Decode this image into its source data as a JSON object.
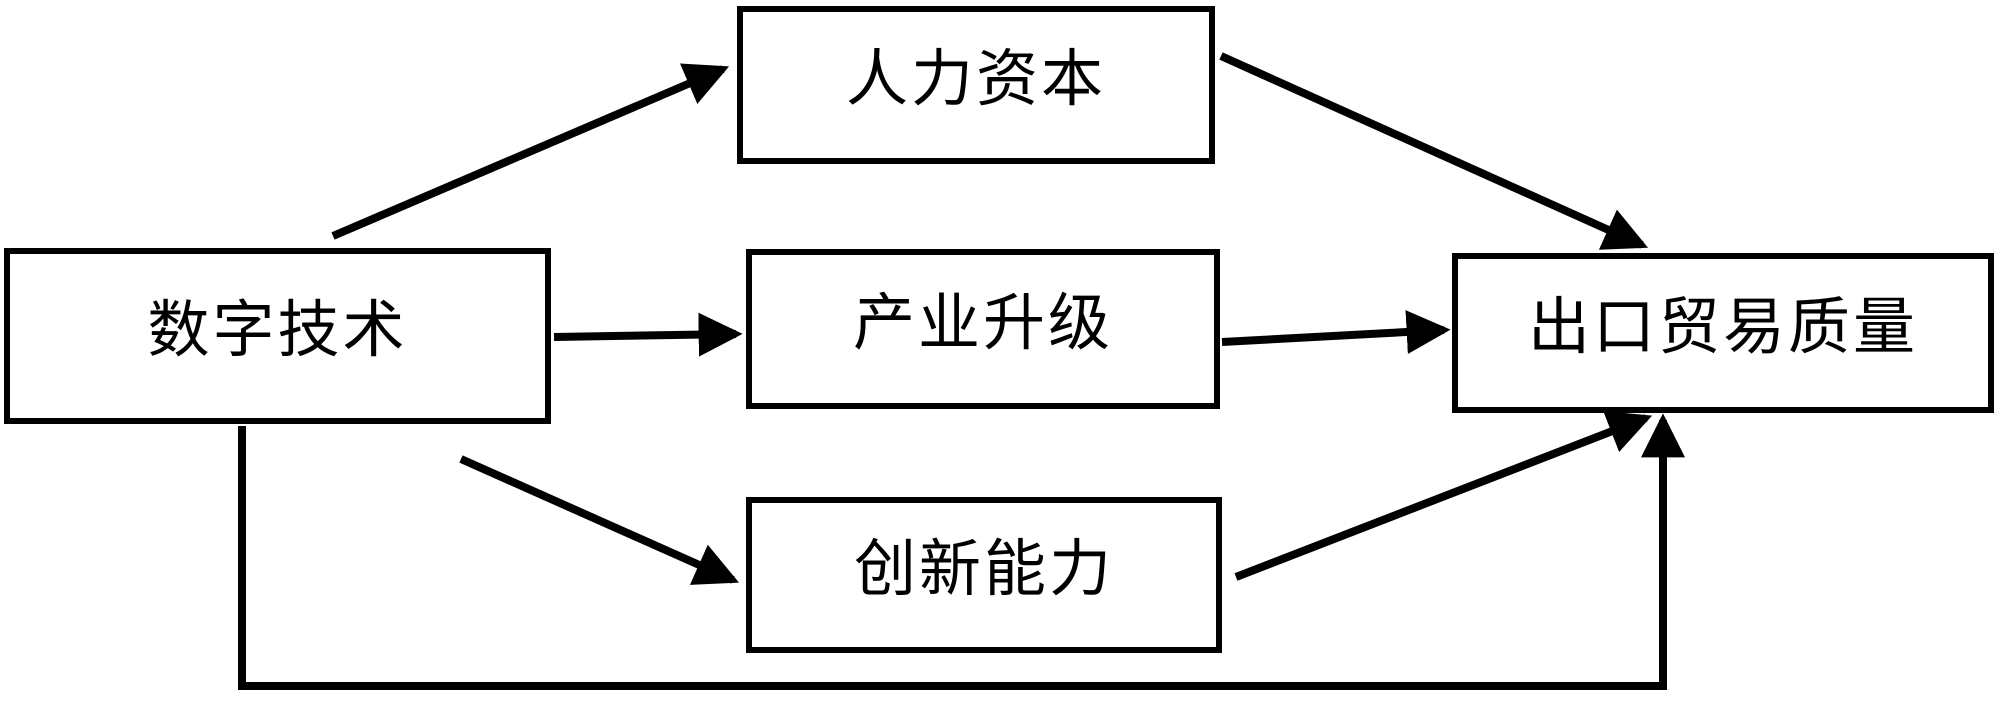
{
  "diagram": {
    "background_color": "#ffffff",
    "line_color": "#000000",
    "nodes": {
      "digital_technology": {
        "label": "数字技术"
      },
      "human_capital": {
        "label": "人力资本"
      },
      "industrial_upgrading": {
        "label": "产业升级"
      },
      "innovation_capability": {
        "label": "创新能力"
      },
      "export_trade_quality": {
        "label": "出口贸易质量"
      }
    },
    "edges": [
      {
        "from": "digital_technology",
        "to": "human_capital"
      },
      {
        "from": "digital_technology",
        "to": "industrial_upgrading"
      },
      {
        "from": "digital_technology",
        "to": "innovation_capability"
      },
      {
        "from": "human_capital",
        "to": "export_trade_quality"
      },
      {
        "from": "industrial_upgrading",
        "to": "export_trade_quality"
      },
      {
        "from": "innovation_capability",
        "to": "export_trade_quality"
      },
      {
        "from": "digital_technology",
        "to": "export_trade_quality"
      }
    ]
  }
}
